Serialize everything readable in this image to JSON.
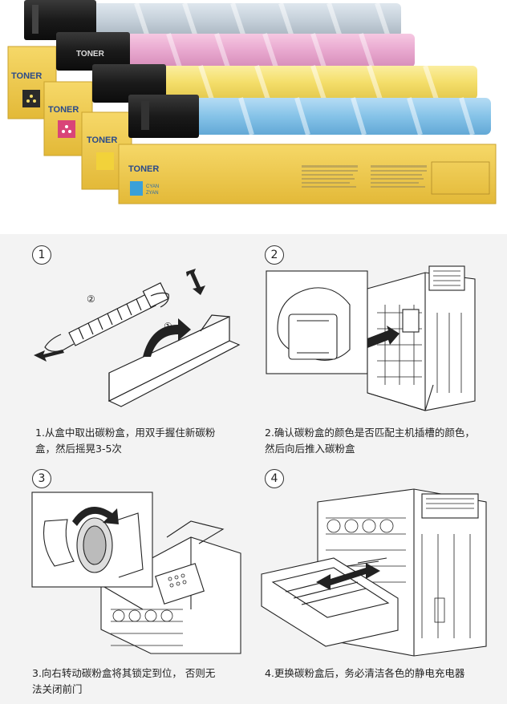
{
  "product": {
    "box_label": "TONER",
    "cyan_box_color_label_1": "CYAN",
    "cyan_box_color_label_2": "ZYAN",
    "cartridge_label": "TONER",
    "colors": {
      "black": "#2a2a2a",
      "magenta": "#e8a8cf",
      "yellow": "#f4de6a",
      "cyan": "#86c3e8",
      "box": "#eec74a"
    }
  },
  "steps": [
    {
      "number": "1",
      "caption_line1": "1.从盒中取出碳粉盒，用双手握住新碳粉",
      "caption_line2": "盒，然后摇晃3-5次",
      "sub_labels": [
        "②",
        "①"
      ]
    },
    {
      "number": "2",
      "caption_line1": "2.确认碳粉盒的颜色是否匹配主机插槽的颜色，",
      "caption_line2": "然后向后推入碳粉盒"
    },
    {
      "number": "3",
      "caption_line1": "3.向右转动碳粉盒将其锁定到位， 否则无",
      "caption_line2": "法关闭前门"
    },
    {
      "number": "4",
      "caption_line1": "4.更换碳粉盒后，务必清洁各色的静电充电器",
      "caption_line2": ""
    }
  ]
}
